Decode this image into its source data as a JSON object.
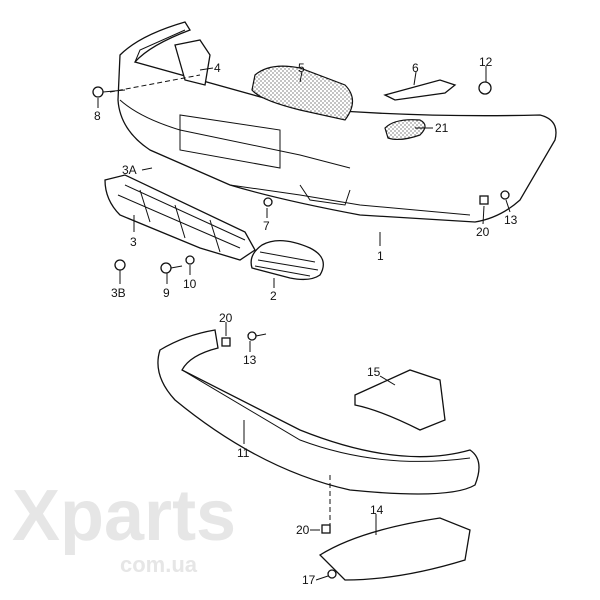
{
  "diagram": {
    "watermark": {
      "brand": "Xparts",
      "domain": "com.ua"
    },
    "callouts": [
      {
        "id": "4",
        "label": "4"
      },
      {
        "id": "5",
        "label": "5"
      },
      {
        "id": "6",
        "label": "6"
      },
      {
        "id": "12",
        "label": "12"
      },
      {
        "id": "8",
        "label": "8"
      },
      {
        "id": "21",
        "label": "21"
      },
      {
        "id": "3A",
        "label": "3A"
      },
      {
        "id": "7",
        "label": "7"
      },
      {
        "id": "1",
        "label": "1"
      },
      {
        "id": "20a",
        "label": "20"
      },
      {
        "id": "13a",
        "label": "13"
      },
      {
        "id": "3",
        "label": "3"
      },
      {
        "id": "10",
        "label": "10"
      },
      {
        "id": "9",
        "label": "9"
      },
      {
        "id": "3B",
        "label": "3B"
      },
      {
        "id": "2",
        "label": "2"
      },
      {
        "id": "20b",
        "label": "20"
      },
      {
        "id": "13b",
        "label": "13"
      },
      {
        "id": "15",
        "label": "15"
      },
      {
        "id": "11",
        "label": "11"
      },
      {
        "id": "14",
        "label": "14"
      },
      {
        "id": "20c",
        "label": "20"
      },
      {
        "id": "17",
        "label": "17"
      }
    ]
  }
}
